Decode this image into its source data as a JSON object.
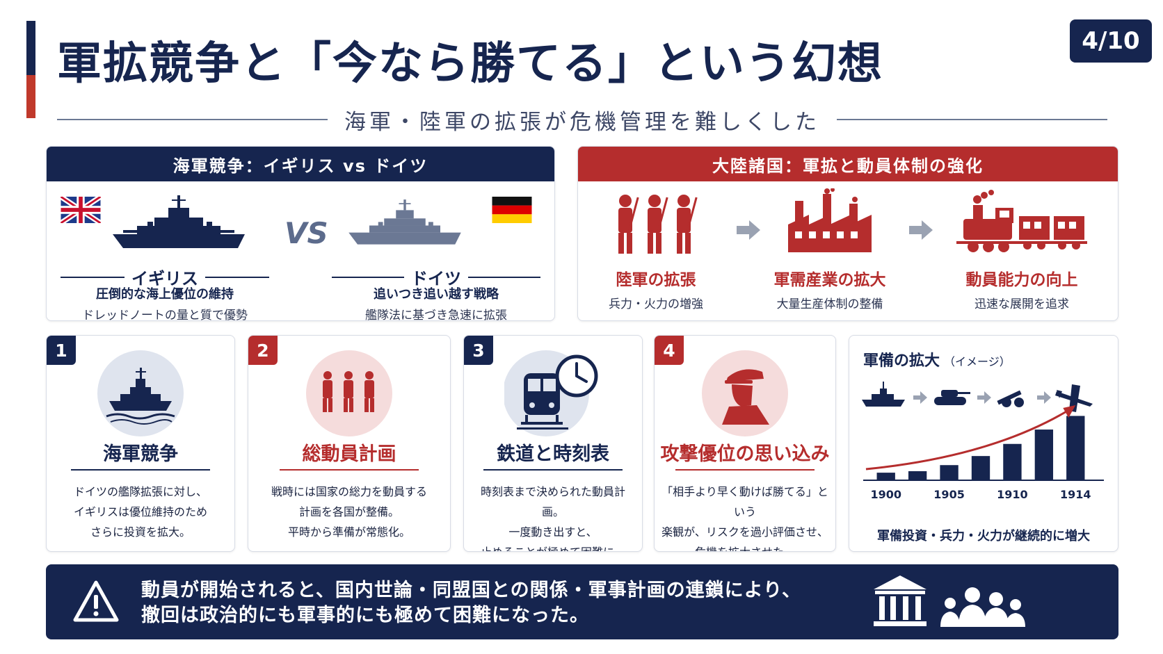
{
  "header": {
    "title": "軍拡競争と「今なら勝てる」という幻想",
    "subtitle": "海軍・陸軍の拡張が危機管理を難しくした",
    "page": "4/10"
  },
  "naval": {
    "heading": "海軍競争：イギリス vs ドイツ",
    "vs": "VS",
    "uk": {
      "name": "イギリス",
      "strategy": "圧倒的な海上優位の維持",
      "detail": "ドレッドノートの量と質で優勢"
    },
    "de": {
      "name": "ドイツ",
      "strategy": "追いつき追い越す戦略",
      "detail": "艦隊法に基づき急速に拡張"
    }
  },
  "land": {
    "heading": "大陸諸国：軍拡と動員体制の強化",
    "steps": [
      {
        "title": "陸軍の拡張",
        "sub": "兵力・火力の増強"
      },
      {
        "title": "軍需産業の拡大",
        "sub": "大量生産体制の整備"
      },
      {
        "title": "動員能力の向上",
        "sub": "迅速な展開を追求"
      }
    ]
  },
  "cards": [
    {
      "num": "1",
      "title": "海軍競争",
      "lines": [
        "ドイツの艦隊拡張に対し、",
        "イギリスは優位維持のため",
        "さらに投資を拡大。"
      ]
    },
    {
      "num": "2",
      "title": "総動員計画",
      "lines": [
        "戦時には国家の総力を動員する",
        "計画を各国が整備。",
        "平時から準備が常態化。"
      ]
    },
    {
      "num": "3",
      "title": "鉄道と時刻表",
      "lines": [
        "時刻表まで決められた動員計画。",
        "一度動き出すと、",
        "止めることが極めて困難に。"
      ]
    },
    {
      "num": "4",
      "title": "攻撃優位の思い込み",
      "lines": [
        "「相手より早く動けば勝てる」という",
        "楽観が、リスクを過小評価させ、",
        "危機を拡大させた。"
      ]
    }
  ],
  "chart": {
    "title": "軍備の拡大",
    "title_note": "（イメージ）",
    "footer": "軍備投資・兵力・火力が継続的に増大"
  },
  "chart_data": {
    "type": "bar",
    "title": "軍備の拡大（イメージ）",
    "x_ticks": [
      "1900",
      "1905",
      "1910",
      "1914"
    ],
    "values": [
      1.0,
      1.2,
      2.0,
      3.2,
      4.8,
      6.7,
      8.5
    ],
    "ylim": [
      0,
      9
    ],
    "trend_arrow": true,
    "bar_color": "#16254f",
    "trend_color": "#b52d2d"
  },
  "banner": {
    "lines": [
      "動員が開始されると、国内世論・同盟国との関係・軍事計画の連鎖により、",
      "撤回は政治的にも軍事的にも極めて困難になった。"
    ]
  },
  "colors": {
    "navy": "#16254f",
    "red": "#b52d2d",
    "gray": "#5c6b8c"
  }
}
